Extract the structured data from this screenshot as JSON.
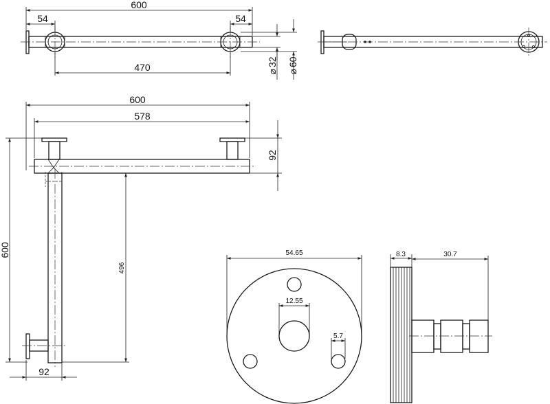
{
  "dimensions": {
    "top_total_length": "600",
    "top_left_offset": "54",
    "top_right_offset": "54",
    "top_center_distance": "470",
    "tube_diameter": "32",
    "flange_diameter": "60",
    "front_total_length": "600",
    "front_bar_length": "578",
    "front_projection": "92",
    "vertical_height": "600",
    "vertical_inner": "496",
    "bottom_projection": "92",
    "flange_outer_diameter": "54.65",
    "flange_center_hole": "12.55",
    "flange_screw_hole": "5.7",
    "flange_thickness": "8.3",
    "post_length": "30.7"
  },
  "symbols": {
    "diameter": "⌀"
  }
}
